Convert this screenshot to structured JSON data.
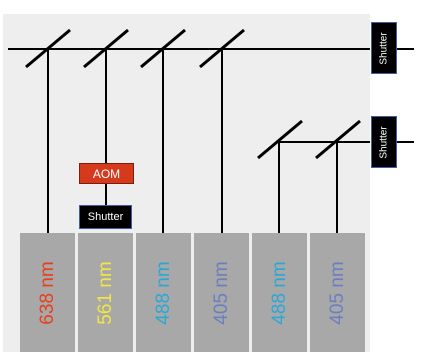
{
  "lasers": [
    {
      "label": "638 nm",
      "color": "#e8401c"
    },
    {
      "label": "561 nm",
      "color": "#f2e640"
    },
    {
      "label": "488 nm",
      "color": "#29a8d8"
    },
    {
      "label": "405 nm",
      "color": "#6a7fbf"
    },
    {
      "label": "488 nm",
      "color": "#29a8d8"
    },
    {
      "label": "405 nm",
      "color": "#6a7fbf"
    }
  ],
  "modulator": {
    "label": "AOM",
    "color": "#d63a1c"
  },
  "laser_shutter": {
    "label": "Shutter"
  },
  "output_shutters": [
    {
      "label": "Shutter"
    },
    {
      "label": "Shutter"
    }
  ]
}
